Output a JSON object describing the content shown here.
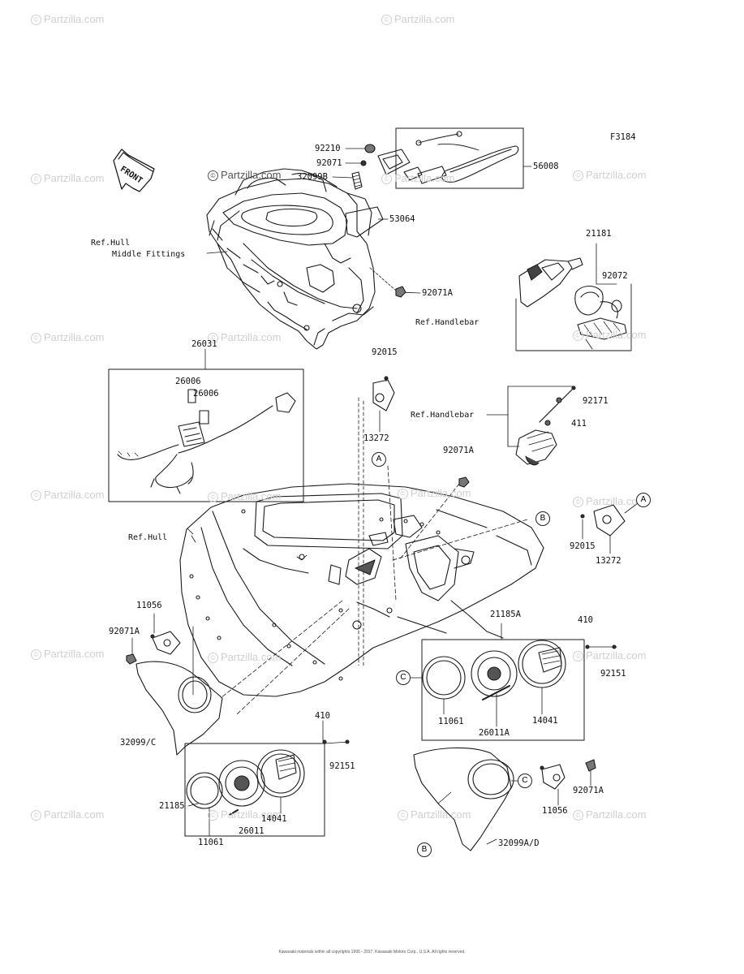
{
  "diagram_code": "F3184",
  "front_label": "FRONT",
  "watermark": "Partzilla.com",
  "watermark_symbol": "©",
  "refs": {
    "hull_middle_1": "Ref.Hull",
    "hull_middle_2": "Middle Fittings",
    "handlebar_1": "Ref.Handlebar",
    "handlebar_2": "Ref.Handlebar",
    "hull": "Ref.Hull"
  },
  "callouts": {
    "a": "A",
    "b": "B",
    "c": "C"
  },
  "parts": [
    "92210",
    "92071",
    "32099B",
    "56008",
    "53064",
    "92071A",
    "21181",
    "92072",
    "26031",
    "26006",
    "26006",
    "92015",
    "13272",
    "92171",
    "411",
    "92071A",
    "92015",
    "13272",
    "11056",
    "92071A",
    "21185A",
    "410",
    "92151",
    "11061",
    "26011A",
    "14041",
    "32099/C",
    "410",
    "92151",
    "21185",
    "14041",
    "11061",
    "26011",
    "92071A",
    "11056",
    "32099A/D"
  ],
  "copyright": "Kawasaki materials within all copyrights 1995 - 2017, Kawasaki Motors Corp., U.S.A. All rights reserved."
}
